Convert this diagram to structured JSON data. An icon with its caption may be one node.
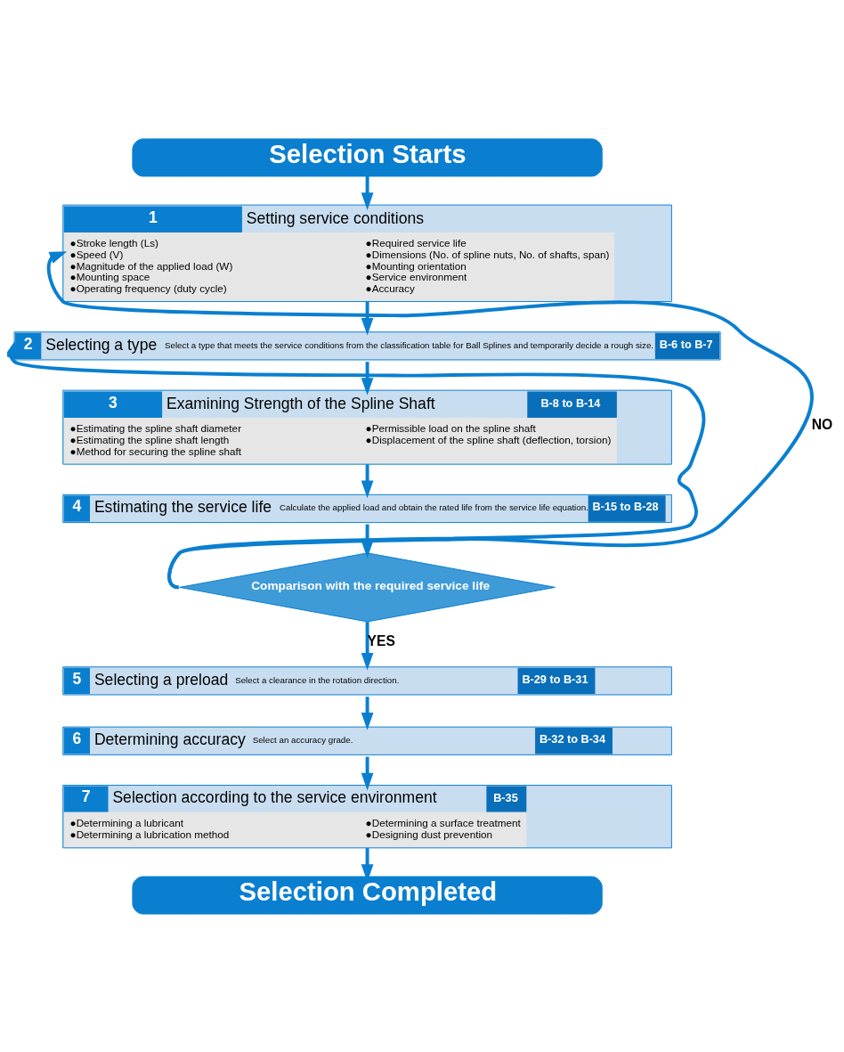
{
  "diagram": {
    "nodes": [
      {
        "text": [
          "Selection Starts"
        ]
      },
      {
        "text": [
          "1",
          "Setting service conditions",
          "●Stroke length (Ls)",
          "●Speed (V)",
          "●Magnitude of the applied load (W)",
          "●Mounting space",
          "●Operating frequency (duty cycle)",
          "●Required service life",
          "●Dimensions (No. of spline nuts, No. of shafts, span)",
          "●Mounting orientation",
          "●Service environment",
          "●Accuracy"
        ]
      },
      {
        "text": [
          "2",
          "Selecting a type",
          "Select a type that meets the service conditions from the classification table for Ball Splines and temporarily decide a rough size.",
          "B-6 to B-7"
        ]
      },
      {
        "text": [
          "3",
          "Examining Strength of the Spline Shaft",
          "B-8 to B-14",
          "●Estimating the spline shaft diameter",
          "●Estimating the spline shaft length",
          "●Method for securing the spline shaft",
          "●Permissible load on the spline shaft",
          "●Displacement of the spline shaft (deflection, torsion)"
        ]
      },
      {
        "text": [
          "4",
          "Estimating the service life",
          "Calculate the applied load and obtain the rated life from the service life equation.",
          "B-15 to B-28"
        ]
      },
      {
        "text": [
          "Comparison with the required service life"
        ]
      },
      {
        "text": [
          "5",
          "Selecting a preload",
          "Select a clearance in the rotation direction.",
          "B-29 to B-31"
        ]
      },
      {
        "text": [
          "6",
          "Determining accuracy",
          "Select an accuracy grade.",
          "B-32 to B-34"
        ]
      },
      {
        "text": [
          "7",
          "Selection according to the service environment",
          "B-35",
          "●Determining a lubricant",
          "●Determining a lubrication method",
          "●Determining a surface treatment",
          "●Designing dust prevention"
        ]
      },
      {
        "text": [
          "Selection Completed"
        ]
      }
    ],
    "edges": [
      {
        "from": 0,
        "to": 1,
        "arrow": "to"
      },
      {
        "from": 1,
        "to": 2,
        "arrow": "to"
      },
      {
        "from": 2,
        "to": 3,
        "arrow": "to"
      },
      {
        "from": 3,
        "to": 4,
        "arrow": "to"
      },
      {
        "from": 4,
        "to": 5,
        "arrow": "to"
      },
      {
        "from": 5,
        "to": 6,
        "arrow": "to",
        "label": "YES"
      },
      {
        "from": 6,
        "to": 7,
        "arrow": "to"
      },
      {
        "from": 7,
        "to": 8,
        "arrow": "to"
      },
      {
        "from": 8,
        "to": 9,
        "arrow": "to"
      },
      {
        "from": 5,
        "to": 1,
        "arrow": "to",
        "label": "NO"
      },
      {
        "from": 5,
        "to": 2,
        "arrow": "to"
      }
    ]
  }
}
